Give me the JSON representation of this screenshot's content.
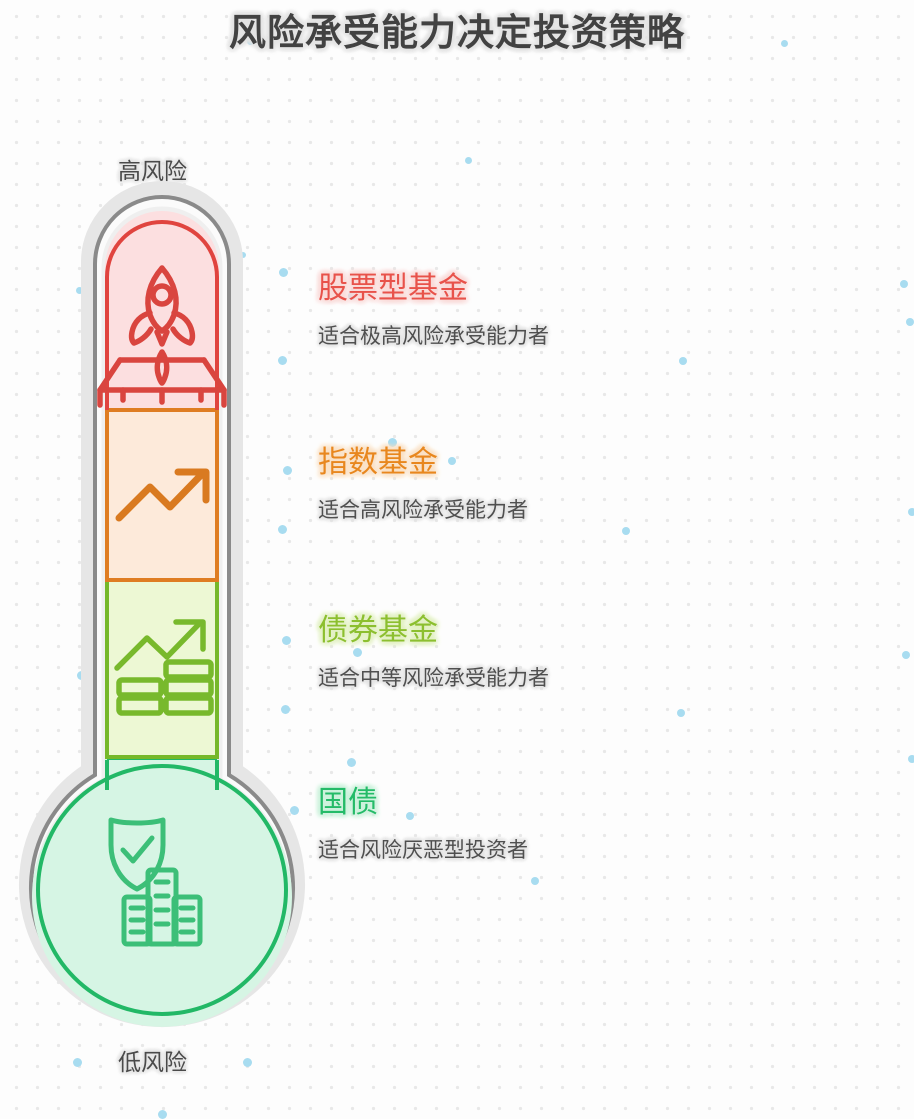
{
  "page": {
    "title": "风险承受能力决定投资策略",
    "background_color": "#fdfdfd",
    "dot_color": "#e8e8e8",
    "accent_dot_color": "#a8dcf0"
  },
  "scale": {
    "high_label": "高风险",
    "low_label": "低风险"
  },
  "thermometer": {
    "casing_color": "#808080",
    "segments": [
      {
        "id": "equity",
        "name": "股票型基金",
        "description": "适合极高风险承受能力者",
        "icon": "rocket-launch-icon",
        "stroke_color": "#e0443f",
        "fill_color": "#fcdfe0",
        "title_color": "#e8524a",
        "title_glow": "#fadbd9"
      },
      {
        "id": "index",
        "name": "指数基金",
        "description": "适合高风险承受能力者",
        "icon": "trending-up-icon",
        "stroke_color": "#df7d22",
        "fill_color": "#fdeada",
        "title_color": "#e8871e",
        "title_glow": "#fae2c8"
      },
      {
        "id": "bond",
        "name": "债券基金",
        "description": "适合中等风险承受能力者",
        "icon": "chart-coins-icon",
        "stroke_color": "#76b82a",
        "fill_color": "#edf8d4",
        "title_color": "#8cbf2f",
        "title_glow": "#e4f1c6"
      },
      {
        "id": "treasury",
        "name": "国债",
        "description": "适合风险厌恶型投资者",
        "icon": "shield-check-bank-icon",
        "stroke_color": "#22b866",
        "fill_color": "#d6f5e4",
        "title_color": "#24bb68",
        "title_glow": "#cdf2dd"
      }
    ]
  }
}
